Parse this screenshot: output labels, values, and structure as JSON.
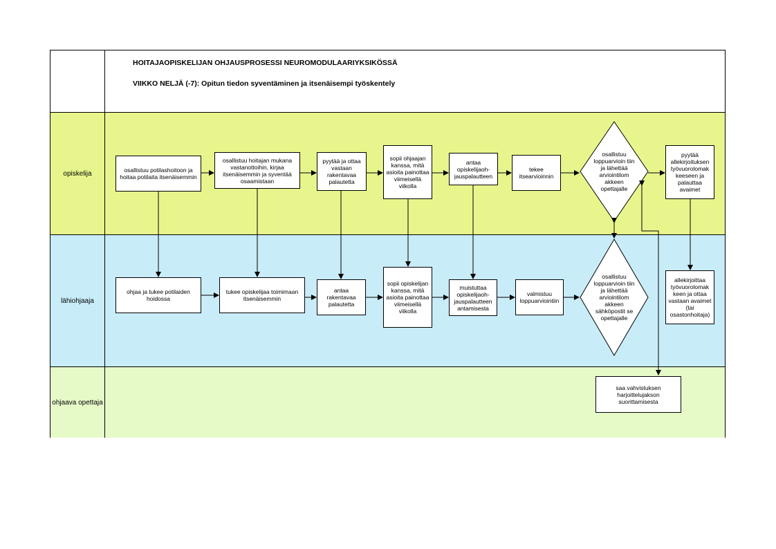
{
  "title": {
    "line1": "HOITAJAOPISKELIJAN OHJAUSPROSESSI NEUROMODULAARIYKSIKÖSSÄ",
    "line2": "VIIKKO NELJÄ (-7): Opitun tiedon syventäminen ja itsenäisempi työskentely"
  },
  "lanes": {
    "student": "opiskelija",
    "supervisor": "lähiohjaaja",
    "teacher": "ohjaava opettaja"
  },
  "colors": {
    "student_lane": "#e8f58c",
    "supervisor_lane": "#c8ecf8",
    "teacher_lane": "#e6fac8"
  },
  "student_steps": [
    "osallistuu potilashoitoon ja hoitaa potilaita itsenäisemmin",
    "osallistuu hoitajan mukana vastanottoihin, kirjaa itsenäisemmin ja syventää osaamistaan",
    "pyytää ja ottaa vastaan rakentavaa palautetta",
    "sopii ohjaajan kanssa, mitä asioita painottaa viimeisellä viikolla",
    "antaa opiskelijaoh-jauspalautteen",
    "tekee itsearvioinnin",
    "osallistuu loppuarvioin tiin ja lähettää arviointilom akkeen opettajalle",
    "pyytää allekirjoituksen työvuorolomak keeseen ja palauttaa avaimet"
  ],
  "supervisor_steps": [
    "ohjaa ja tukee potilaiden hoidossa",
    "tukee opiskelijaa toimimaan itsenäisemmin",
    "antaa rakentavaa palautetta",
    "sopii opiskelijan kanssa, mitä asioita painottaa viimeisellä viikolla",
    "muistuttaa opiskelijaoh-jauspalautteen antamisesta",
    "valmistuu loppuarviointiin",
    "osallistuu loppuarvioin tiin ja lähettää arviointilom akkeen sähköpostit se opettajalle",
    "allekirjoittaa työvuorolomak keen ja ottaa vastaan avaimet (tai osastonhoitaja)"
  ],
  "teacher_steps": [
    "saa vahvistuksen harjoittelujakson suorittamisesta"
  ]
}
